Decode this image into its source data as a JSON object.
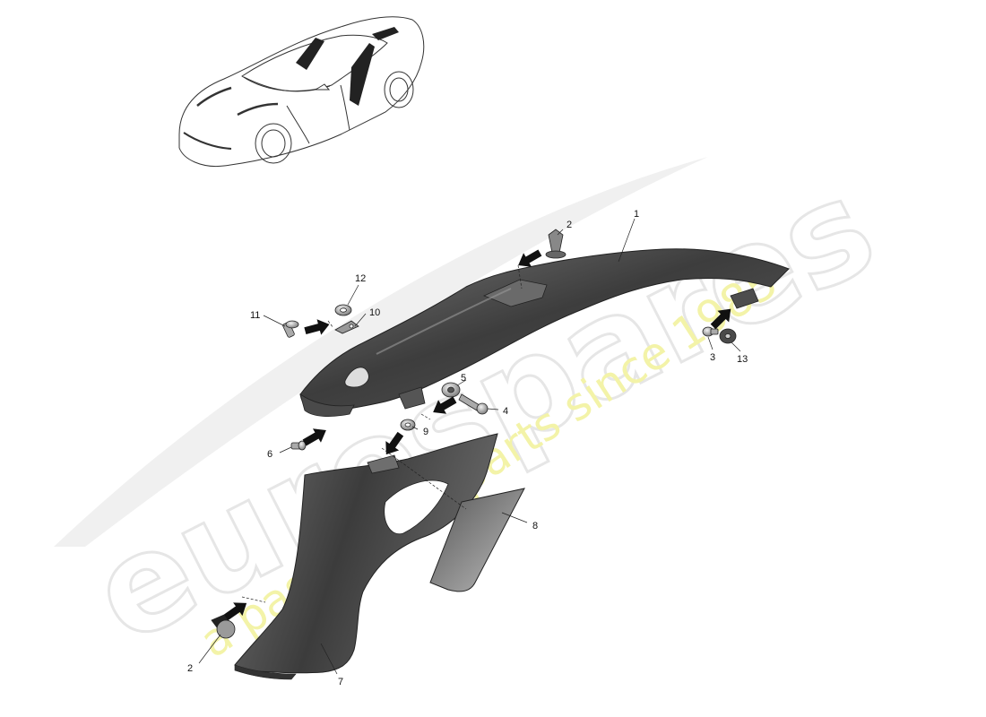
{
  "watermark": {
    "brand": "eurospares",
    "tagline": "a passion for parts since 1985",
    "brand_color": "#e6e6e6",
    "tagline_color": "#f3f3a8"
  },
  "callouts": [
    {
      "id": "c1",
      "text": "1"
    },
    {
      "id": "c2a",
      "text": "2"
    },
    {
      "id": "c2b",
      "text": "2"
    },
    {
      "id": "c3",
      "text": "3"
    },
    {
      "id": "c4",
      "text": "4"
    },
    {
      "id": "c5",
      "text": "5"
    },
    {
      "id": "c6",
      "text": "6"
    },
    {
      "id": "c7",
      "text": "7"
    },
    {
      "id": "c8",
      "text": "8"
    },
    {
      "id": "c9",
      "text": "9"
    },
    {
      "id": "c10",
      "text": "10"
    },
    {
      "id": "c11",
      "text": "11"
    },
    {
      "id": "c12",
      "text": "12"
    },
    {
      "id": "c13",
      "text": "13"
    }
  ],
  "colors": {
    "trim_dark": "#3a3a3a",
    "trim_mid": "#5b5b5b",
    "trim_light": "#8a8a8a",
    "arrow": "#111111",
    "line": "#222222"
  }
}
